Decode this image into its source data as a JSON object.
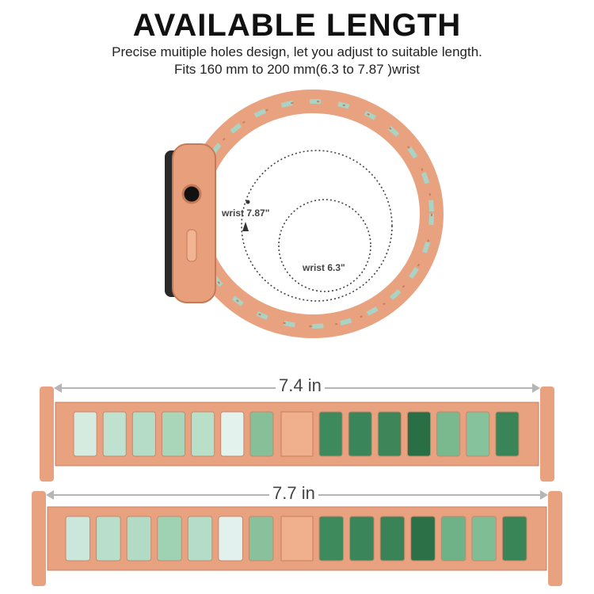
{
  "header": {
    "title": "AVAILABLE LENGTH",
    "line1": "Precise muitiple holes design, let you adjust to suitable length.",
    "line2": "Fits 160 mm to 200 mm(6.3 to 7.87 )wrist"
  },
  "wrist": {
    "outer_label": "wrist 7.87\"",
    "inner_label": "wrist 6.3\""
  },
  "bands": [
    {
      "length_label": "7.4 in",
      "stones": [
        "#d6ebe0",
        "#bfe1cf",
        "#b5dcc6",
        "#a9d6b8",
        "#b9dfc9",
        "#e4f2ee",
        "#86bf98",
        "#3f8a5c",
        "#3b855a",
        "#3e865a",
        "#2a6e46",
        "#7ab88e",
        "#86c29b",
        "#3a8558"
      ]
    },
    {
      "length_label": "7.7 in",
      "stones": [
        "#cbe7dc",
        "#b8dfc9",
        "#b1dbc4",
        "#9fd2b3",
        "#b5dcc6",
        "#e2f1ed",
        "#88c19b",
        "#3f8a5c",
        "#3b855a",
        "#3a8357",
        "#2c7048",
        "#6fb287",
        "#7fbe95",
        "#3a8558"
      ]
    }
  ],
  "colors": {
    "rose_gold": "#e9a27f",
    "rose_gold_dark": "#c97d5c",
    "arrow": "#b5b5b5"
  }
}
